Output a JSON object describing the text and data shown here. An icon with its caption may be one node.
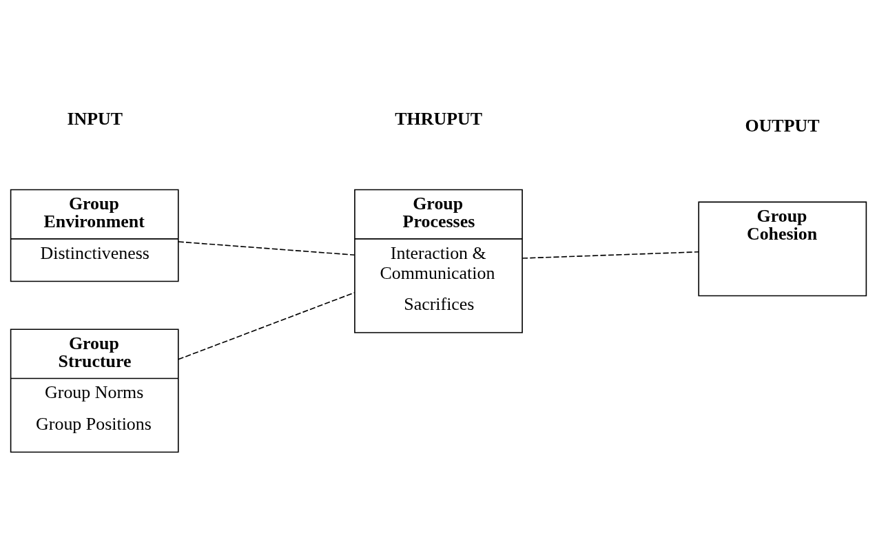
{
  "diagram": {
    "nodes": [
      {
        "text": [
          "Group Environment",
          "Distinctiveness"
        ]
      },
      {
        "text": [
          "Group Structure",
          "Group Norms",
          "Group Positions"
        ]
      },
      {
        "text": [
          "Group Processes",
          "Interaction & Communication",
          "Sacrifices"
        ]
      },
      {
        "text": [
          "Group Cohesion"
        ]
      }
    ],
    "edges": [
      {
        "from": 0,
        "to": 2,
        "arrow": "none",
        "style": "dashed"
      },
      {
        "from": 1,
        "to": 2,
        "arrow": "none",
        "style": "dashed"
      },
      {
        "from": 2,
        "to": 3,
        "arrow": "none",
        "style": "dashed"
      }
    ],
    "labels": [
      "INPUT",
      "THRUPUT",
      "OUTPUT"
    ]
  }
}
